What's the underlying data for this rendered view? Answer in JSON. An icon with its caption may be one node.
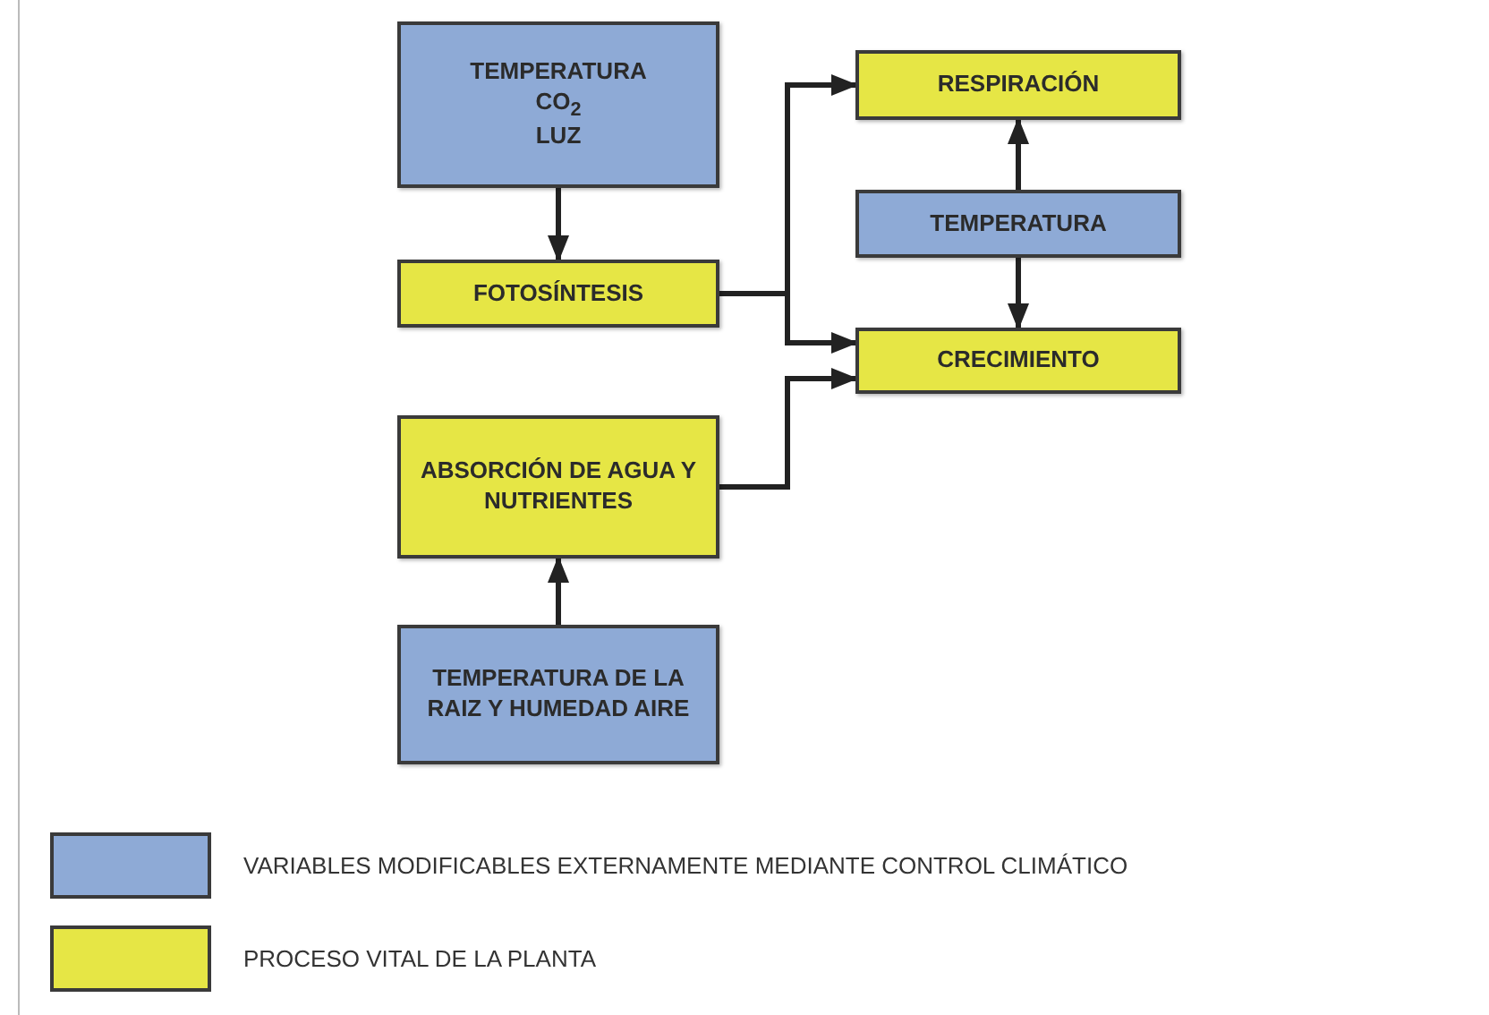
{
  "diagram": {
    "nodes": [
      {
        "text": [
          "TEMPERATURA",
          "CO$_{2}$",
          "LUZ"
        ]
      },
      {
        "text": [
          "FOTOSÍNTESIS"
        ]
      },
      {
        "text": [
          "RESPIRACIÓN"
        ]
      },
      {
        "text": [
          "TEMPERATURA"
        ]
      },
      {
        "text": [
          "CRECIMIENTO"
        ]
      },
      {
        "text": [
          "ABSORCIÓN DE AGUA Y NUTRIENTES"
        ]
      },
      {
        "text": [
          "TEMPERATURA DE LA RAIZ Y HUMEDAD AIRE"
        ]
      }
    ],
    "edges": [
      {
        "from": 0,
        "to": 1,
        "arrow": "to"
      },
      {
        "from": 1,
        "to": 2,
        "arrow": "to"
      },
      {
        "from": 1,
        "to": 4,
        "arrow": "to"
      },
      {
        "from": 3,
        "to": 2,
        "arrow": "to"
      },
      {
        "from": 3,
        "to": 4,
        "arrow": "to"
      },
      {
        "from": 5,
        "to": 4,
        "arrow": "to"
      },
      {
        "from": 6,
        "to": 5,
        "arrow": "to"
      }
    ],
    "legend": [
      {
        "text": "VARIABLES MODIFICABLES EXTERNAMENTE MEDIANTE CONTROL CLIMÁTICO",
        "color": "#8eaad6"
      },
      {
        "text": "PROCESO VITAL DE LA PLANTA",
        "color": "#e6e645"
      }
    ]
  }
}
